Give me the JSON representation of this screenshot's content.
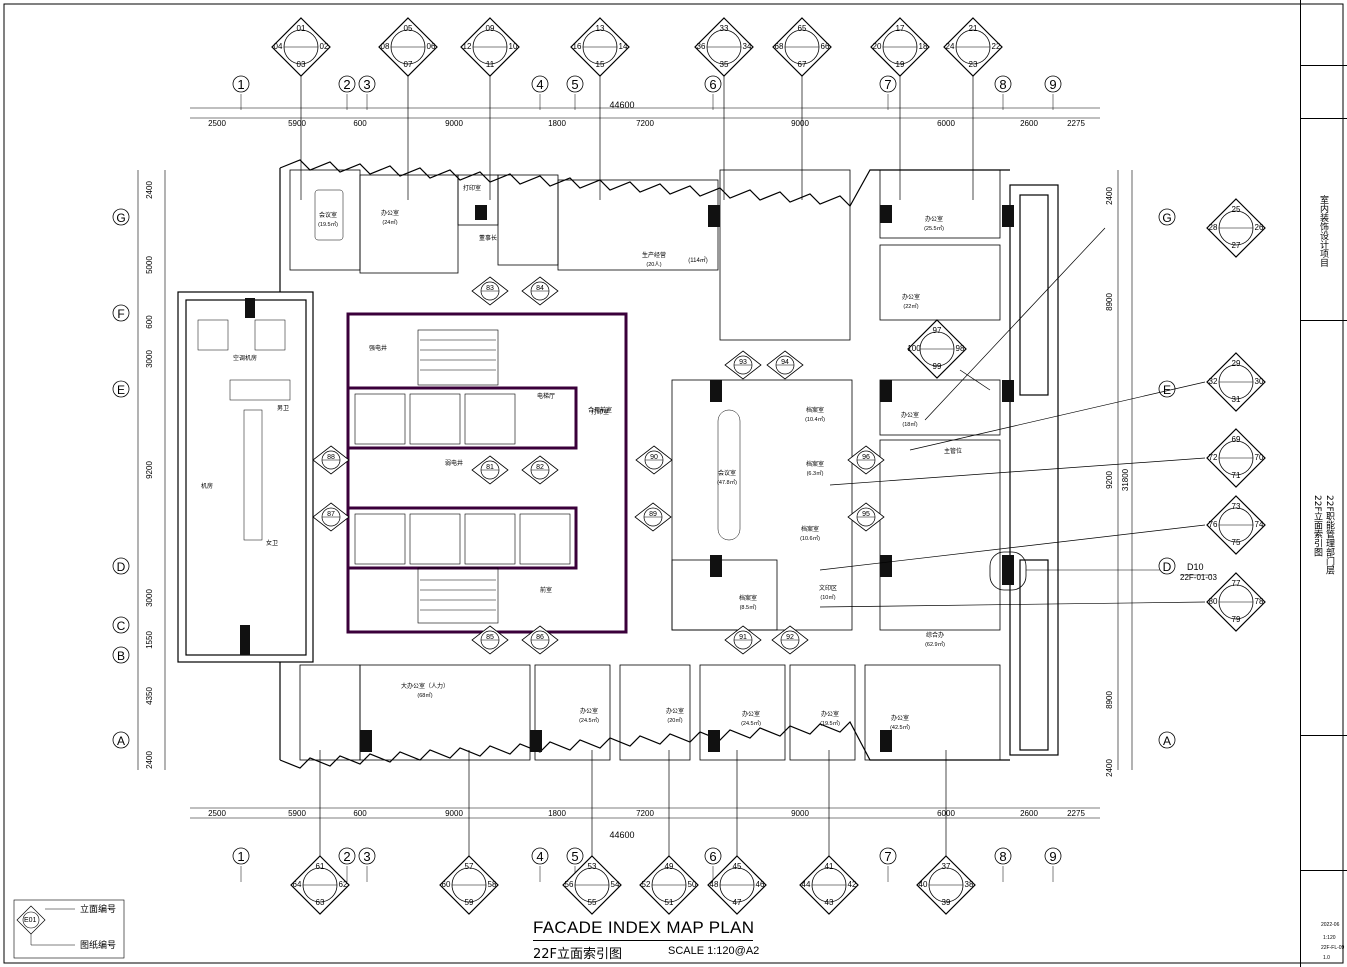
{
  "sheet": {
    "title_en": "FACADE INDEX MAP PLAN",
    "title_cn": "22F立面索引图",
    "scale": "SCALE 1:120@A2"
  },
  "grid": {
    "columns": [
      "1",
      "2",
      "3",
      "4",
      "5",
      "6",
      "7",
      "8",
      "9"
    ],
    "rows": [
      "G",
      "F",
      "E",
      "D",
      "C",
      "B",
      "A"
    ],
    "top_dims": [
      "2500",
      "5900",
      "600",
      "9000",
      "1800",
      "7200",
      "9000",
      "6000",
      "2600",
      "2275"
    ],
    "overall": "44600",
    "left_dims": [
      "2400",
      "5000",
      "600",
      "3000",
      "9200",
      "3000",
      "1550",
      "4350",
      "2400"
    ],
    "right_dims": [
      "2400",
      "8900",
      "9200",
      "31800",
      "8900",
      "2400"
    ]
  },
  "rooms": [
    {
      "name": "会议室",
      "area": "(19.5㎡)"
    },
    {
      "name": "办公室",
      "area": "(24㎡)"
    },
    {
      "name": "打印室",
      "area": ""
    },
    {
      "name": "董事长",
      "area": ""
    },
    {
      "name": "生产经营",
      "area": "(20人)"
    },
    {
      "name": "(114㎡)",
      "area": ""
    },
    {
      "name": "办公室",
      "area": "(25.5㎡)"
    },
    {
      "name": "办公室",
      "area": "(22㎡)"
    },
    {
      "name": "空调机房",
      "area": ""
    },
    {
      "name": "男卫",
      "area": ""
    },
    {
      "name": "女卫",
      "area": ""
    },
    {
      "name": "机房",
      "area": ""
    },
    {
      "name": "强电井",
      "area": ""
    },
    {
      "name": "弱电井",
      "area": ""
    },
    {
      "name": "电梯厅",
      "area": ""
    },
    {
      "name": "合用前室",
      "area": ""
    },
    {
      "name": "前室",
      "area": ""
    },
    {
      "name": "打印室",
      "area": ""
    },
    {
      "name": "会议室",
      "area": "(47.8㎡)"
    },
    {
      "name": "档案室",
      "area": "(10.4㎡)"
    },
    {
      "name": "档案室",
      "area": "(6.3㎡)"
    },
    {
      "name": "档案室",
      "area": "(10.6㎡)"
    },
    {
      "name": "档案室",
      "area": "(8.5㎡)"
    },
    {
      "name": "文印区",
      "area": "(10㎡)"
    },
    {
      "name": "办公室",
      "area": "(18㎡)"
    },
    {
      "name": "主管位",
      "area": ""
    },
    {
      "name": "综合办",
      "area": "(62.9㎡)"
    },
    {
      "name": "大办公室（人力）",
      "area": "(68㎡)"
    },
    {
      "name": "办公室",
      "area": "(24.5㎡)"
    },
    {
      "name": "办公室",
      "area": "(20㎡)"
    },
    {
      "name": "办公室",
      "area": "(24.5㎡)"
    },
    {
      "name": "办公室",
      "area": "(19.5㎡)"
    },
    {
      "name": "办公室",
      "area": "(42.5㎡)"
    }
  ],
  "index_markers": {
    "top": [
      [
        "01",
        "02",
        "03",
        "04"
      ],
      [
        "05",
        "06",
        "07",
        "08"
      ],
      [
        "09",
        "10",
        "11",
        "12"
      ],
      [
        "13",
        "14",
        "15",
        "16"
      ],
      [
        "33",
        "34",
        "35",
        "36"
      ],
      [
        "65",
        "66",
        "67",
        "68"
      ],
      [
        "17",
        "18",
        "19",
        "20"
      ],
      [
        "21",
        "22",
        "23",
        "24"
      ]
    ],
    "right": [
      [
        "25",
        "26",
        "27",
        "28"
      ],
      [
        "29",
        "30",
        "31",
        "32"
      ],
      [
        "69",
        "70",
        "71",
        "72"
      ],
      [
        "73",
        "74",
        "75",
        "76"
      ],
      [
        "77",
        "78",
        "79",
        "80"
      ]
    ],
    "mid": [
      [
        "97",
        "98",
        "99",
        "100"
      ]
    ],
    "bottom": [
      [
        "61",
        "62",
        "63",
        "64"
      ],
      [
        "57",
        "58",
        "59",
        "60"
      ],
      [
        "53",
        "54",
        "55",
        "56"
      ],
      [
        "49",
        "50",
        "51",
        "52"
      ],
      [
        "45",
        "46",
        "47",
        "48"
      ],
      [
        "41",
        "42",
        "43",
        "44"
      ],
      [
        "37",
        "38",
        "39",
        "40"
      ]
    ],
    "circles": [
      "83",
      "84",
      "93",
      "94",
      "88",
      "81",
      "82",
      "90",
      "87",
      "89",
      "96",
      "95",
      "85",
      "86",
      "91",
      "92"
    ]
  },
  "detail_callout": {
    "number": "D10",
    "sheet": "22F-01-03"
  },
  "legend": {
    "elev_label": "立面编号",
    "sheet_label": "图纸编号",
    "marker": "E01"
  },
  "title_block": {
    "project": "室内装饰设计项目",
    "drawing": "22F立面索引图",
    "building": "22F职能管理部门层",
    "scale": "1:120",
    "date": "2022-06",
    "sheet_no": "22F-FL-09",
    "revision": "1.0"
  }
}
